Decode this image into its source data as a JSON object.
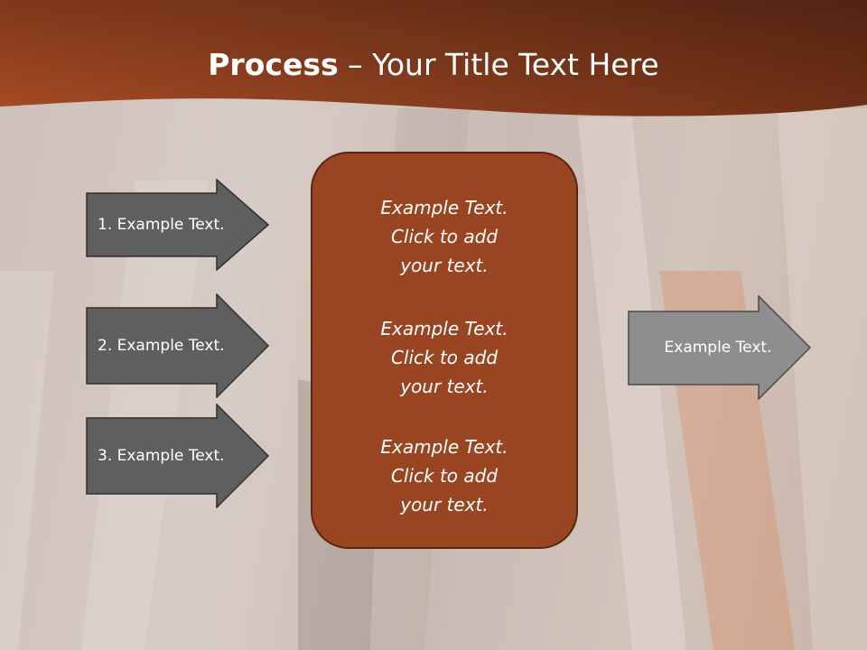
{
  "slide": {
    "title_bold": "Process",
    "title_rest": " – Your Title Text Here"
  },
  "left_arrows": [
    {
      "label": "1. Example Text."
    },
    {
      "label": "2. Example Text."
    },
    {
      "label": "3. Example Text."
    }
  ],
  "center_box": {
    "paragraphs": [
      {
        "line1": "Example Text.",
        "line2": "Click  to add",
        "line3": "your text."
      },
      {
        "line1": "Example Text.",
        "line2": "Click  to add",
        "line3": "your text."
      },
      {
        "line1": "Example Text.",
        "line2": "Click  to add",
        "line3": "your text."
      }
    ]
  },
  "right_arrow": {
    "label": "Example Text."
  },
  "colors": {
    "header": "#8c3f1e",
    "center_box": "#9a4522",
    "dark_arrow": "#5f5f5f",
    "light_arrow": "#8e8e8e"
  }
}
